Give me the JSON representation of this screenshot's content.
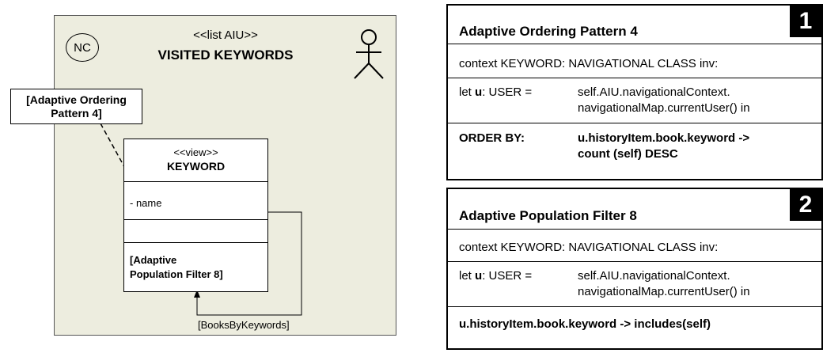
{
  "diagram": {
    "nc_label": "NC",
    "aiu_stereotype": "<<list AIU>>",
    "aiu_name": "VISITED KEYWORDS",
    "callout_line1": "[Adaptive Ordering",
    "callout_line2": "Pattern 4]",
    "view": {
      "stereotype": "<<view>>",
      "name": "KEYWORD",
      "attribute": "- name",
      "filter_line1": "[Adaptive",
      "filter_line2": "Population Filter 8]"
    },
    "link_label": "[BooksByKeywords]"
  },
  "panels": [
    {
      "number": "1",
      "title": "Adaptive Ordering Pattern 4",
      "context": "context KEYWORD: NAVIGATIONAL CLASS inv:",
      "let_prefix": "let ",
      "let_var": "u",
      "let_type": ": USER =",
      "let_expr1": "self.AIU.navigationalContext.",
      "let_expr2": "navigationalMap.currentUser() in",
      "order_label": "ORDER BY:",
      "order_expr1": "u.historyItem.book.keyword ->",
      "order_expr2": "count (self) DESC"
    },
    {
      "number": "2",
      "title": "Adaptive Population Filter 8",
      "context": "context KEYWORD: NAVIGATIONAL CLASS inv:",
      "let_prefix": "let ",
      "let_var": "u",
      "let_type": ": USER =",
      "let_expr1": "self.AIU.navigationalContext.",
      "let_expr2": "navigationalMap.currentUser() in",
      "filter_expr": "u.historyItem.book.keyword -> includes(self)"
    }
  ]
}
